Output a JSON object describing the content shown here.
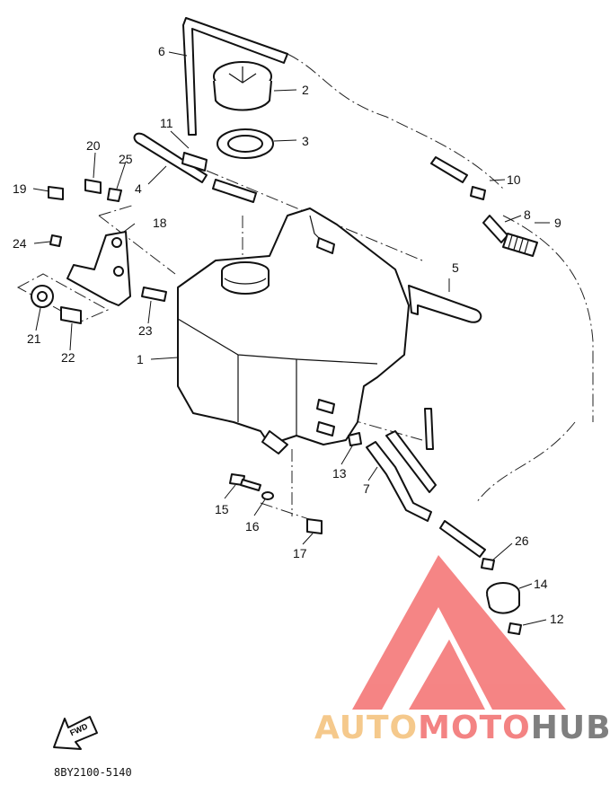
{
  "diagram": {
    "part_code": "8BY2100-5140",
    "fwd_label": "FWD",
    "callouts": [
      "1",
      "2",
      "3",
      "4",
      "5",
      "6",
      "7",
      "8",
      "9",
      "10",
      "11",
      "12",
      "13",
      "14",
      "15",
      "16",
      "17",
      "18",
      "19",
      "20",
      "21",
      "22",
      "23",
      "24",
      "25",
      "26"
    ]
  },
  "watermark": {
    "brand_auto": "AUTO",
    "brand_moto": "MOTO",
    "brand_hub": "HUB",
    "colors": {
      "auto": "#f2b866",
      "moto": "#f05a5a",
      "hub": "#555555",
      "triangle": "#f25c5c"
    }
  }
}
